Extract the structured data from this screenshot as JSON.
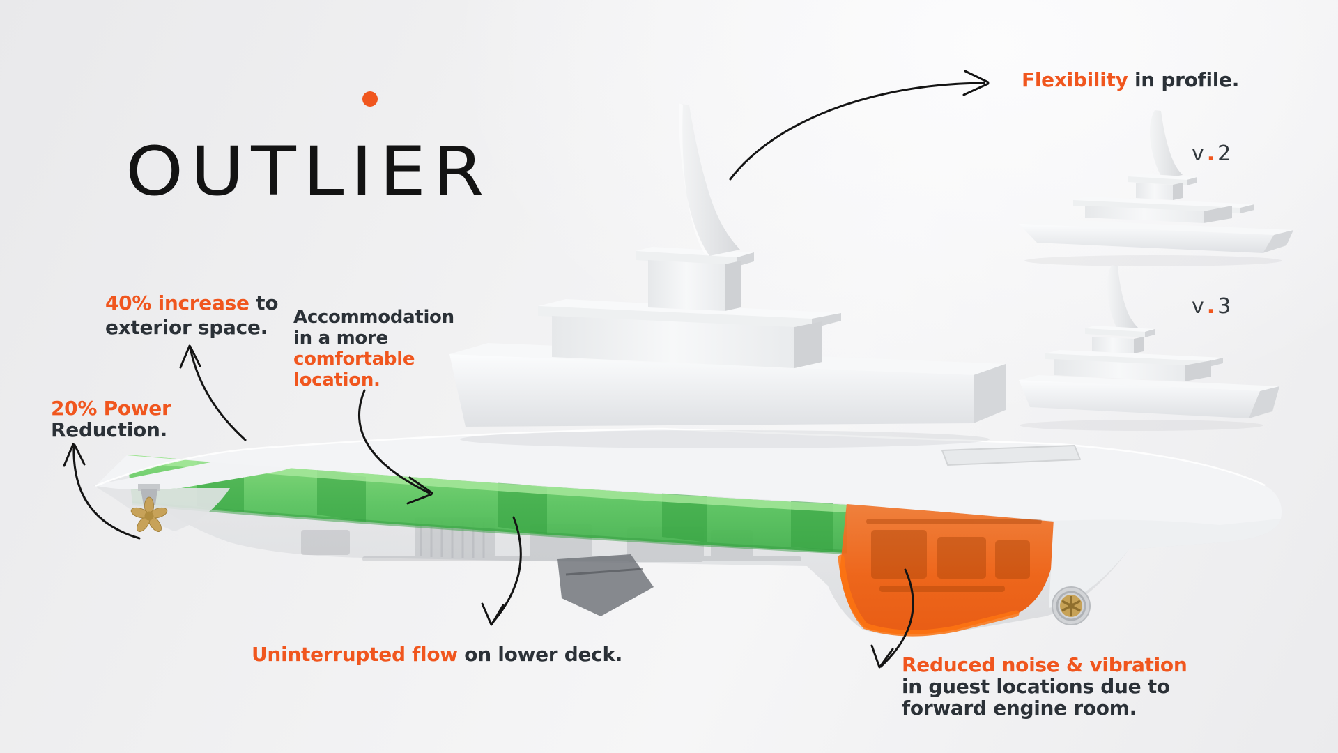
{
  "logo": {
    "text": "OUTLIER"
  },
  "colors": {
    "accent_orange": "#F0561E",
    "text_dark": "#2B3137",
    "deck_green": "#52C05A",
    "engine_orange": "#EE6011",
    "hull_grey": "#E3E4E6",
    "gold_propeller": "#C6A159"
  },
  "annotations": {
    "flexibility": {
      "highlight": "Flexibility",
      "rest": " in profile."
    },
    "exterior": {
      "highlight": "40% increase",
      "rest": " to",
      "line2": "exterior space."
    },
    "accommodation": {
      "line1": "Accommodation",
      "line2": "in a more",
      "line3": "comfortable",
      "line4": "location."
    },
    "power": {
      "line1": "20% Power",
      "line2": "Reduction."
    },
    "flow": {
      "highlight": "Uninterrupted flow",
      "rest": " on lower deck."
    },
    "noise": {
      "line1": "Reduced noise & vibration",
      "line2": "in guest locations due to",
      "line3": "forward engine room."
    },
    "version2": {
      "prefix": "v",
      "dot": ".",
      "number": "2"
    },
    "version3": {
      "prefix": "v",
      "dot": ".",
      "number": "3"
    }
  }
}
